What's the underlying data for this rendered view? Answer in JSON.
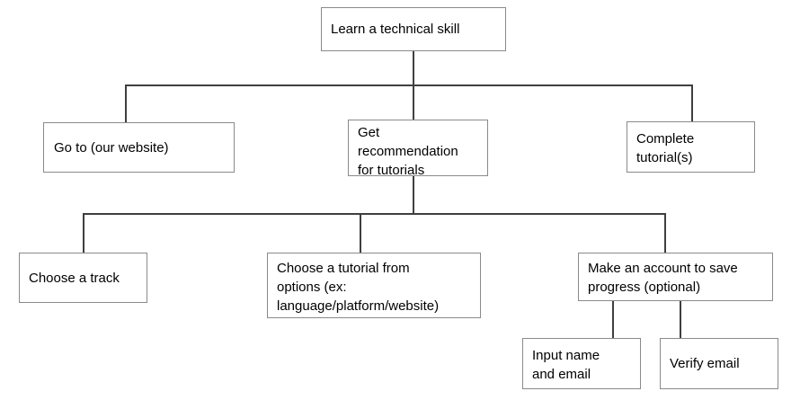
{
  "diagram": {
    "root": "Learn a technical skill",
    "level1": {
      "left": "Go to (our website)",
      "middle": [
        "Get",
        "recommendation",
        "for tutorials"
      ],
      "right": [
        "Complete",
        "tutorial(s)"
      ]
    },
    "level2": {
      "left": "Choose a track",
      "middle": [
        "Choose a tutorial from",
        "options (ex:",
        "language/platform/website)"
      ],
      "right": [
        "Make an account to save",
        "progress (optional)"
      ]
    },
    "level3": {
      "left": [
        "Input name",
        "and email"
      ],
      "right": "Verify email"
    }
  }
}
